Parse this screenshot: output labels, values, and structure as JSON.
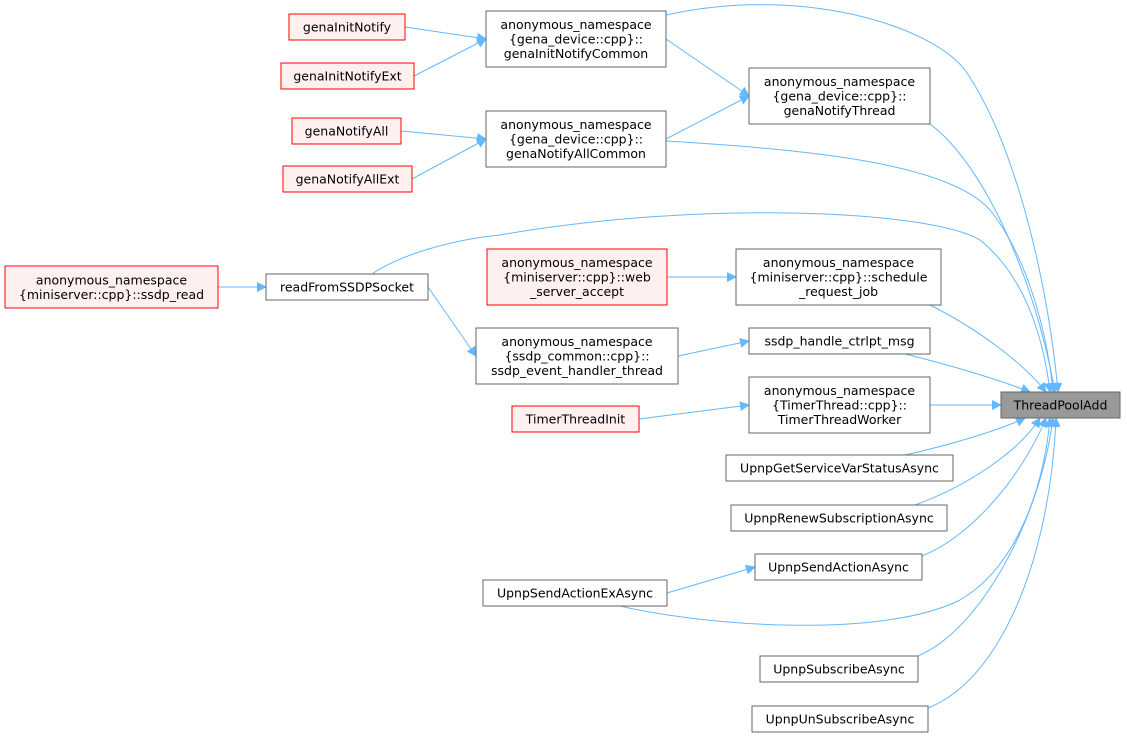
{
  "colors": {
    "edge": "#63b8ff",
    "node_border": "#666666",
    "undocumented_border": "#ff0000",
    "undocumented_fill": "#fff0f0",
    "focus_fill": "#999999"
  },
  "nodes": {
    "genaInitNotify": {
      "lines": [
        "genaInitNotify"
      ],
      "style": "undocumented"
    },
    "genaInitNotifyExt": {
      "lines": [
        "genaInitNotifyExt"
      ],
      "style": "undocumented"
    },
    "genaNotifyAll": {
      "lines": [
        "genaNotifyAll"
      ],
      "style": "undocumented"
    },
    "genaNotifyAllExt": {
      "lines": [
        "genaNotifyAllExt"
      ],
      "style": "undocumented"
    },
    "genaInitNotifyCommon": {
      "lines": [
        "anonymous_namespace",
        "{gena_device::cpp}::",
        "genaInitNotifyCommon"
      ],
      "style": "normal"
    },
    "genaNotifyAllCommon": {
      "lines": [
        "anonymous_namespace",
        "{gena_device::cpp}::",
        "genaNotifyAllCommon"
      ],
      "style": "normal"
    },
    "genaNotifyThread": {
      "lines": [
        "anonymous_namespace",
        "{gena_device::cpp}::",
        "genaNotifyThread"
      ],
      "style": "normal"
    },
    "ssdp_read": {
      "lines": [
        "anonymous_namespace",
        "{miniserver::cpp}::ssdp_read"
      ],
      "style": "undocumented"
    },
    "readFromSSDPSocket": {
      "lines": [
        "readFromSSDPSocket"
      ],
      "style": "normal"
    },
    "web_server_accept": {
      "lines": [
        "anonymous_namespace",
        "{miniserver::cpp}::web",
        "_server_accept"
      ],
      "style": "undocumented"
    },
    "schedule_request_job": {
      "lines": [
        "anonymous_namespace",
        "{miniserver::cpp}::schedule",
        "_request_job"
      ],
      "style": "normal"
    },
    "ssdp_event_handler_thread": {
      "lines": [
        "anonymous_namespace",
        "{ssdp_common::cpp}::",
        "ssdp_event_handler_thread"
      ],
      "style": "normal"
    },
    "ssdp_handle_ctrlpt_msg": {
      "lines": [
        "ssdp_handle_ctrlpt_msg"
      ],
      "style": "normal"
    },
    "TimerThreadInit": {
      "lines": [
        "TimerThreadInit"
      ],
      "style": "undocumented"
    },
    "TimerThreadWorker": {
      "lines": [
        "anonymous_namespace",
        "{TimerThread::cpp}::",
        "TimerThreadWorker"
      ],
      "style": "normal"
    },
    "ThreadPoolAdd": {
      "lines": [
        "ThreadPoolAdd"
      ],
      "style": "focus"
    },
    "UpnpGetServiceVarStatusAsync": {
      "lines": [
        "UpnpGetServiceVarStatusAsync"
      ],
      "style": "normal"
    },
    "UpnpRenewSubscriptionAsync": {
      "lines": [
        "UpnpRenewSubscriptionAsync"
      ],
      "style": "normal"
    },
    "UpnpSendActionAsync": {
      "lines": [
        "UpnpSendActionAsync"
      ],
      "style": "normal"
    },
    "UpnpSendActionExAsync": {
      "lines": [
        "UpnpSendActionExAsync"
      ],
      "style": "normal"
    },
    "UpnpSubscribeAsync": {
      "lines": [
        "UpnpSubscribeAsync"
      ],
      "style": "normal"
    },
    "UpnpUnSubscribeAsync": {
      "lines": [
        "UpnpUnSubscribeAsync"
      ],
      "style": "normal"
    }
  },
  "edges": [
    [
      "genaInitNotify",
      "genaInitNotifyCommon"
    ],
    [
      "genaInitNotifyExt",
      "genaInitNotifyCommon"
    ],
    [
      "genaNotifyAll",
      "genaNotifyAllCommon"
    ],
    [
      "genaNotifyAllExt",
      "genaNotifyAllCommon"
    ],
    [
      "genaInitNotifyCommon",
      "genaNotifyThread"
    ],
    [
      "genaNotifyAllCommon",
      "genaNotifyThread"
    ],
    [
      "genaInitNotifyCommon",
      "ThreadPoolAdd"
    ],
    [
      "genaNotifyAllCommon",
      "ThreadPoolAdd"
    ],
    [
      "genaNotifyThread",
      "ThreadPoolAdd"
    ],
    [
      "ssdp_read",
      "readFromSSDPSocket"
    ],
    [
      "readFromSSDPSocket",
      "ThreadPoolAdd"
    ],
    [
      "readFromSSDPSocket",
      "ssdp_event_handler_thread"
    ],
    [
      "web_server_accept",
      "schedule_request_job"
    ],
    [
      "schedule_request_job",
      "ThreadPoolAdd"
    ],
    [
      "ssdp_event_handler_thread",
      "ssdp_handle_ctrlpt_msg"
    ],
    [
      "ssdp_handle_ctrlpt_msg",
      "ThreadPoolAdd"
    ],
    [
      "TimerThreadInit",
      "TimerThreadWorker"
    ],
    [
      "TimerThreadWorker",
      "ThreadPoolAdd"
    ],
    [
      "UpnpGetServiceVarStatusAsync",
      "ThreadPoolAdd"
    ],
    [
      "UpnpRenewSubscriptionAsync",
      "ThreadPoolAdd"
    ],
    [
      "UpnpSendActionAsync",
      "ThreadPoolAdd"
    ],
    [
      "UpnpSendActionExAsync",
      "UpnpSendActionAsync"
    ],
    [
      "UpnpSendActionExAsync",
      "ThreadPoolAdd"
    ],
    [
      "UpnpSubscribeAsync",
      "ThreadPoolAdd"
    ],
    [
      "UpnpUnSubscribeAsync",
      "ThreadPoolAdd"
    ]
  ]
}
